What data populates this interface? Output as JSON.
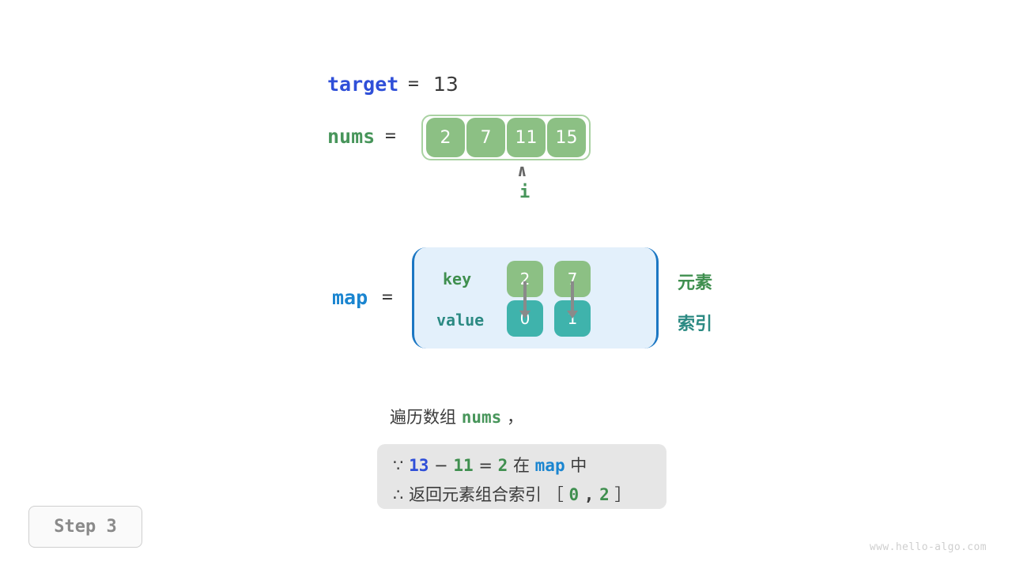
{
  "target": {
    "name": "target",
    "equals": "=",
    "value": "13",
    "name_color": "#2f4fd8"
  },
  "nums": {
    "name": "nums",
    "equals": "=",
    "name_color": "#47955a",
    "cells": [
      "2",
      "7",
      "11",
      "15"
    ],
    "cell_color": "#8cc084",
    "border_color": "#a9d2a2"
  },
  "pointer": {
    "caret": "∧",
    "label": "i",
    "points_to_index": 2,
    "label_color": "#47955a",
    "caret_color": "#666666"
  },
  "map": {
    "name": "map",
    "equals": "=",
    "name_color": "#1a85d0",
    "box_fill": "#e3f0fb",
    "box_border": "#1c77c3",
    "row_labels": {
      "key": "key",
      "value": "value"
    },
    "key_color": "#3f8f4f",
    "value_color": "#2c8a83",
    "entries": [
      {
        "key": "2",
        "value": "0"
      },
      {
        "key": "7",
        "value": "1"
      }
    ],
    "key_cell_color": "#8cc084",
    "value_cell_color": "#3fb3ac",
    "arrow_color": "#8a8a8a",
    "side_labels": {
      "element": "元素",
      "index": "索引"
    }
  },
  "caption": {
    "prefix": "遍历数组",
    "code": "nums",
    "suffix": "，"
  },
  "note": {
    "line1": {
      "symbol": "∵",
      "a": "13",
      "minus": "−",
      "b": "11",
      "eq": "=",
      "c": "2",
      "mid": "在",
      "map": "map",
      "tail": "中"
    },
    "line2": {
      "symbol": "∴",
      "text": "返回元素组合索引",
      "bracket_open": "［",
      "i1": "0",
      "comma": ",",
      "i2": "2",
      "bracket_close": "］"
    },
    "bg": "#e6e6e6"
  },
  "step_badge": {
    "label": "Step 3"
  },
  "watermark": {
    "text": "www.hello-algo.com"
  }
}
